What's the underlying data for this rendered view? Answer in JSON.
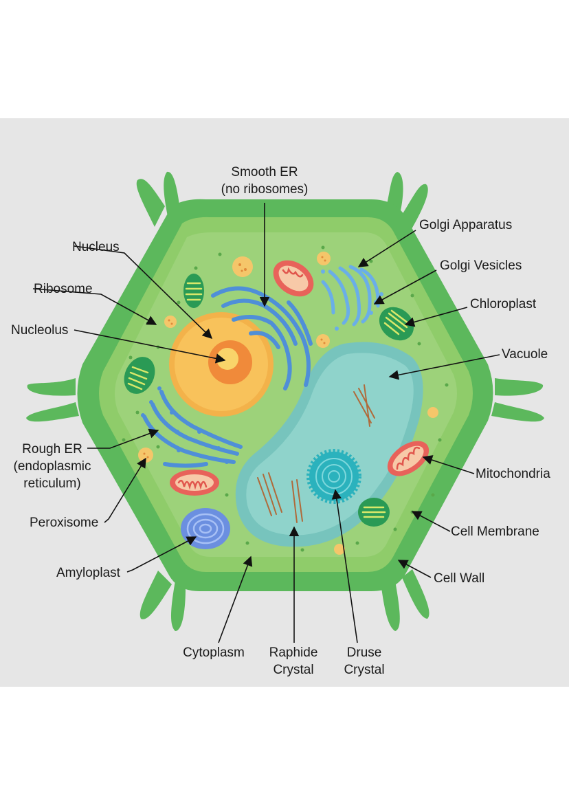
{
  "colors": {
    "panel": "#e6e6e6",
    "cell_wall": "#5cb85c",
    "membrane": "#8fcc6a",
    "cytoplasm": "#9dd27a",
    "vacuole": "#8fd3cb",
    "nucleus": "#f8c25b",
    "nucleolus": "#f08a3a",
    "er": "#4f8fd8",
    "mitochondria": "#e8625a",
    "chloroplast": "#2a9a55",
    "amyloplast": "#6b8fe0",
    "druse": "#2bb2bd"
  },
  "labels": {
    "smooth_er_1": "Smooth ER",
    "smooth_er_2": "(no ribosomes)",
    "golgi_apparatus": "Golgi Apparatus",
    "golgi_vesicles": "Golgi Vesicles",
    "chloroplast": "Chloroplast",
    "vacuole": "Vacuole",
    "mitochondria": "Mitochondria",
    "cell_membrane": "Cell Membrane",
    "cell_wall": "Cell Wall",
    "nucleus": "Nucleus",
    "ribosome": "Ribosome",
    "nucleolus": "Nucleolus",
    "rough_er_1": "Rough ER",
    "rough_er_2": "(endoplasmic",
    "rough_er_3": "reticulum)",
    "peroxisome": "Peroxisome",
    "amyloplast": "Amyloplast",
    "cytoplasm": "Cytoplasm",
    "raphide_1": "Raphide",
    "raphide_2": "Crystal",
    "druse_1": "Druse",
    "druse_2": "Crystal"
  }
}
